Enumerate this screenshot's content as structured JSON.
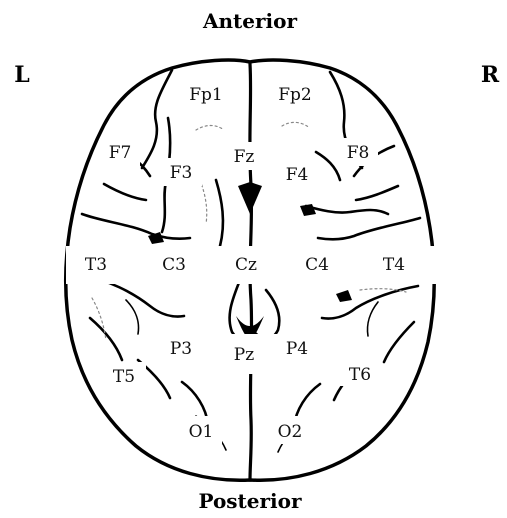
{
  "orientation": {
    "anterior": "Anterior",
    "posterior": "Posterior",
    "left": "L",
    "right": "R"
  },
  "electrodes": {
    "Fp1": "Fp1",
    "Fp2": "Fp2",
    "F7": "F7",
    "F3": "F3",
    "Fz": "Fz",
    "F4": "F4",
    "F8": "F8",
    "T3": "T3",
    "C3": "C3",
    "Cz": "Cz",
    "C4": "C4",
    "T4": "T4",
    "T5": "T5",
    "P3": "P3",
    "Pz": "Pz",
    "P4": "P4",
    "T6": "T6",
    "O1": "O1",
    "O2": "O2"
  },
  "colors": {
    "ink": "#000000",
    "background": "#ffffff"
  }
}
